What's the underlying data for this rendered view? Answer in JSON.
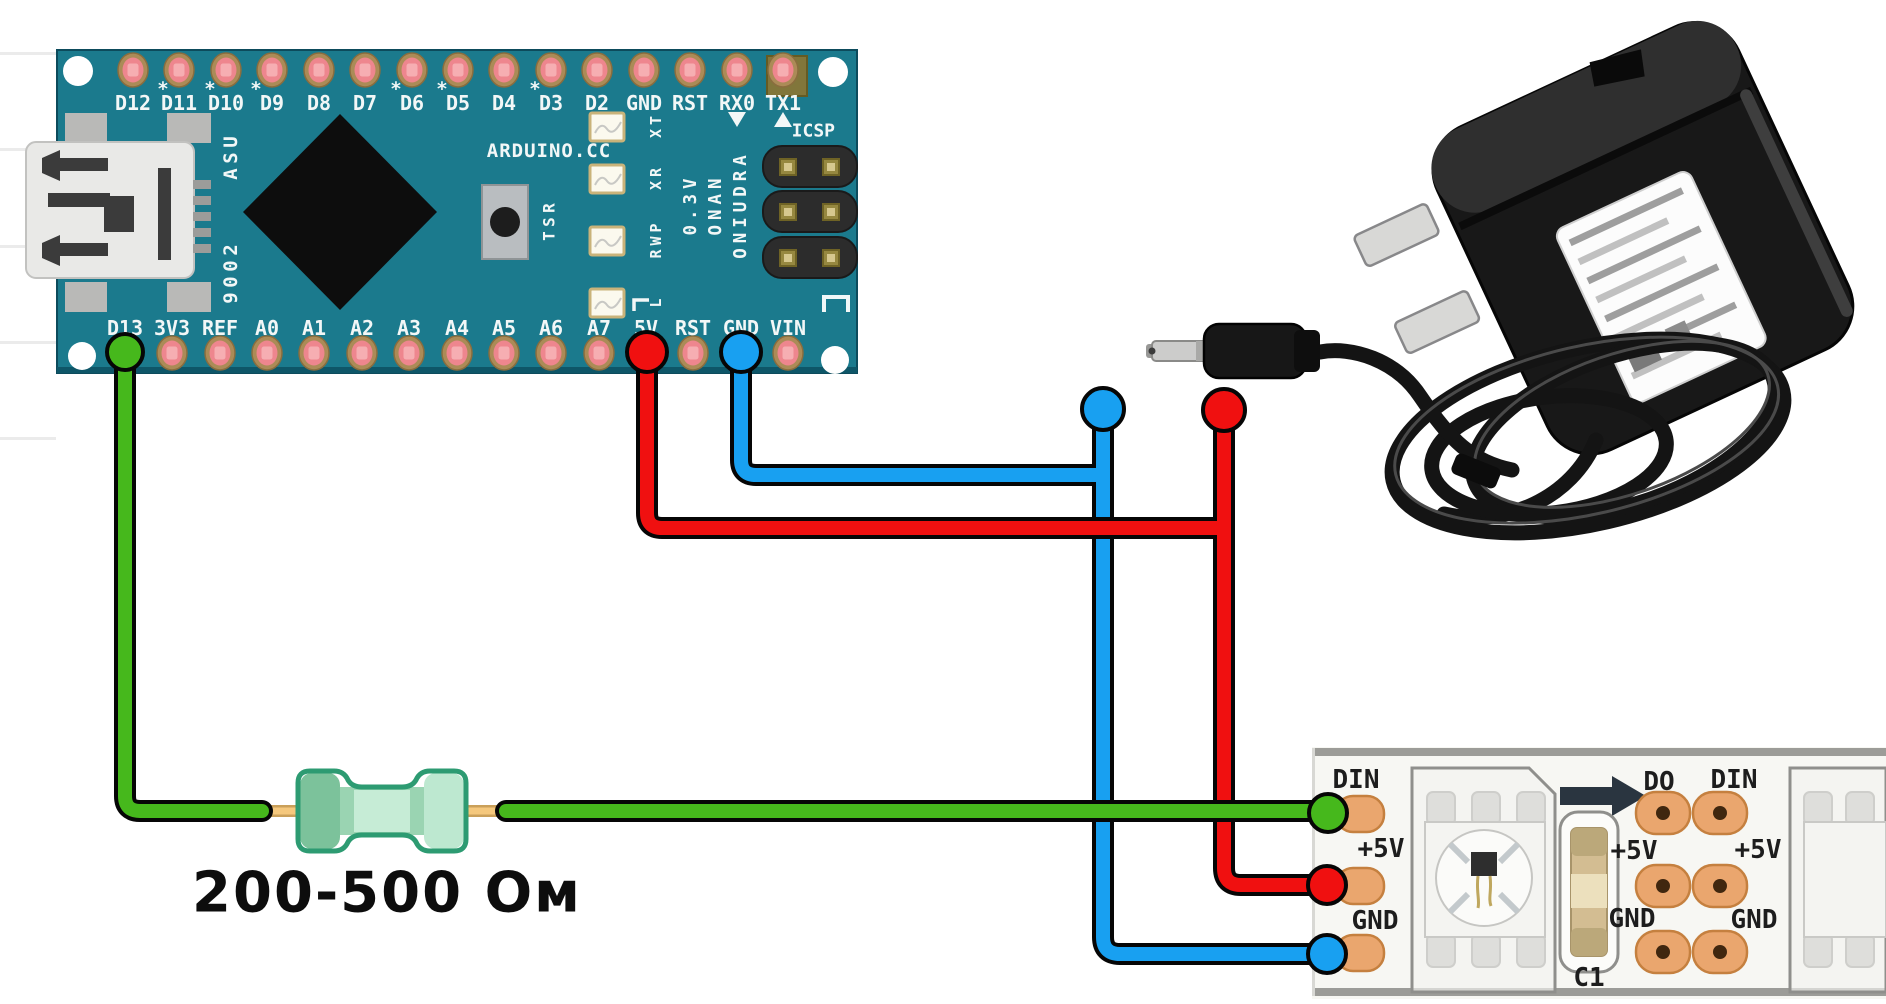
{
  "colors": {
    "background": "#ffffff",
    "board": "#1b7a8d",
    "board_edge": "#0d4b5c",
    "silk_white": "#f2f7f7",
    "pin_ring": "#ab8b57",
    "pin_pink": "#ee868e",
    "pin_pink_light": "#f6aeb2",
    "wire_green": "#46b81c",
    "wire_blue": "#18a0f1",
    "wire_red": "#f01010",
    "wire_outline": "#060606",
    "lead": "#f5c87d",
    "resistor_body": "#8fceaa",
    "resistor_border": "#2d9b72",
    "pad_copper": "#eaa66e",
    "strip_bg": "#f7f7f3",
    "strip_text": "#1d1d1d",
    "adapter_black": "#181818"
  },
  "arduino": {
    "silk": {
      "site": "ARDUINO.CC",
      "usa": "USA",
      "year": "2009",
      "reset": "RST",
      "icsp": "ICSP",
      "pwm_mark": "*",
      "model": [
        "V3.0",
        "NANO",
        "ARDUINO"
      ],
      "leds": [
        "TX",
        "RX",
        "PWR",
        "L"
      ]
    },
    "top_pins": [
      {
        "label": "D12",
        "pwm": false
      },
      {
        "label": "D11",
        "pwm": true
      },
      {
        "label": "D10",
        "pwm": true
      },
      {
        "label": "D9",
        "pwm": true
      },
      {
        "label": "D8",
        "pwm": false
      },
      {
        "label": "D7",
        "pwm": false
      },
      {
        "label": "D6",
        "pwm": true
      },
      {
        "label": "D5",
        "pwm": true
      },
      {
        "label": "D4",
        "pwm": false
      },
      {
        "label": "D3",
        "pwm": true
      },
      {
        "label": "D2",
        "pwm": false
      },
      {
        "label": "GND",
        "pwm": false
      },
      {
        "label": "RST",
        "pwm": false
      },
      {
        "label": "RX0",
        "pwm": false,
        "marker": "down"
      },
      {
        "label": "TX1",
        "pwm": false,
        "marker": "up"
      }
    ],
    "bottom_pins": [
      "D13",
      "3V3",
      "REF",
      "A0",
      "A1",
      "A2",
      "A3",
      "A4",
      "A5",
      "A6",
      "A7",
      "5V",
      "RST",
      "GND",
      "VIN"
    ]
  },
  "resistor": {
    "label": "200-500 Ом"
  },
  "strip": {
    "col1": [
      "DIN",
      "+5V",
      "GND"
    ],
    "arrow_label": "DO",
    "col2": [
      "+5V",
      "GND"
    ],
    "col3": [
      "DIN",
      "+5V",
      "GND"
    ],
    "cap_label": "C1"
  },
  "connections": [
    {
      "signal": "data",
      "from": "Arduino D13",
      "to": "strip DIN",
      "wire_color": "green",
      "through": "resistor 200-500 Ом"
    },
    {
      "signal": "+5V",
      "from": "Arduino 5V",
      "to": "strip +5V and adapter plug",
      "wire_color": "red"
    },
    {
      "signal": "ground",
      "from": "Arduino GND",
      "to": "strip GND and adapter plug",
      "wire_color": "blue"
    }
  ]
}
